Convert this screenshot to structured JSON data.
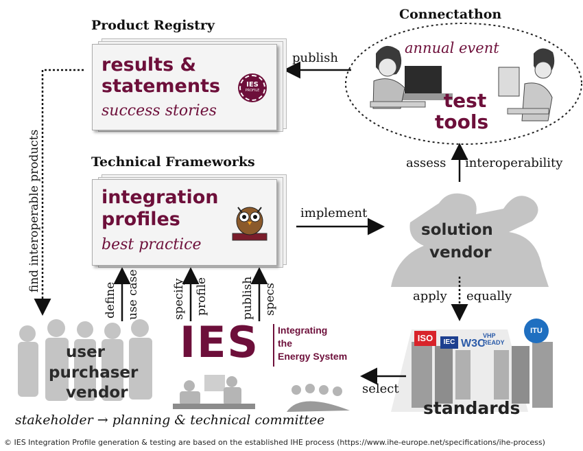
{
  "colors": {
    "maroon": "#6d0f3a",
    "gray_silhouette": "#c4c4c4",
    "arrow": "#111111"
  },
  "registry": {
    "heading": "Product Registry",
    "line1": "results &",
    "line2": "statements",
    "subtitle": "success stories",
    "seal": "IES",
    "seal_small": "PROFILE"
  },
  "frameworks": {
    "heading": "Technical Frameworks",
    "line1": "integration",
    "line2": "profiles",
    "subtitle": "best practice",
    "mascot": "owl-icon"
  },
  "connectathon": {
    "heading": "Connectathon",
    "event": "annual event",
    "tools_line1": "test",
    "tools_line2": "tools"
  },
  "vendor": {
    "line1": "solution",
    "line2": "vendor"
  },
  "stakeholders": {
    "line1": "user",
    "line2": "purchaser",
    "line3": "vendor"
  },
  "standards": {
    "label": "standards",
    "logos": [
      "ISO",
      "IEC",
      "W3C",
      "VHP READY",
      "ITU"
    ]
  },
  "ies": {
    "logo": "IES",
    "line1": "Integrating",
    "line2": "the",
    "line3": "Energy System"
  },
  "arrows": {
    "publish": "publish",
    "implement": "implement",
    "assess": "assess",
    "interoperability": "interoperability",
    "apply": "apply",
    "equally": "equally",
    "select": "select",
    "find": "find interoperable products",
    "define": "define",
    "use_case": "use case",
    "specify": "specify",
    "profile": "profile",
    "publish2": "publish",
    "specs": "specs"
  },
  "bottom_caption": {
    "part1": "stakeholder",
    "arrow": "→",
    "part2": "planning & technical committee"
  },
  "footer": "© IES Integration Profile generation & testing are based on the established IHE process (https://www.ihe-europe.net/specifications/ihe-process)"
}
